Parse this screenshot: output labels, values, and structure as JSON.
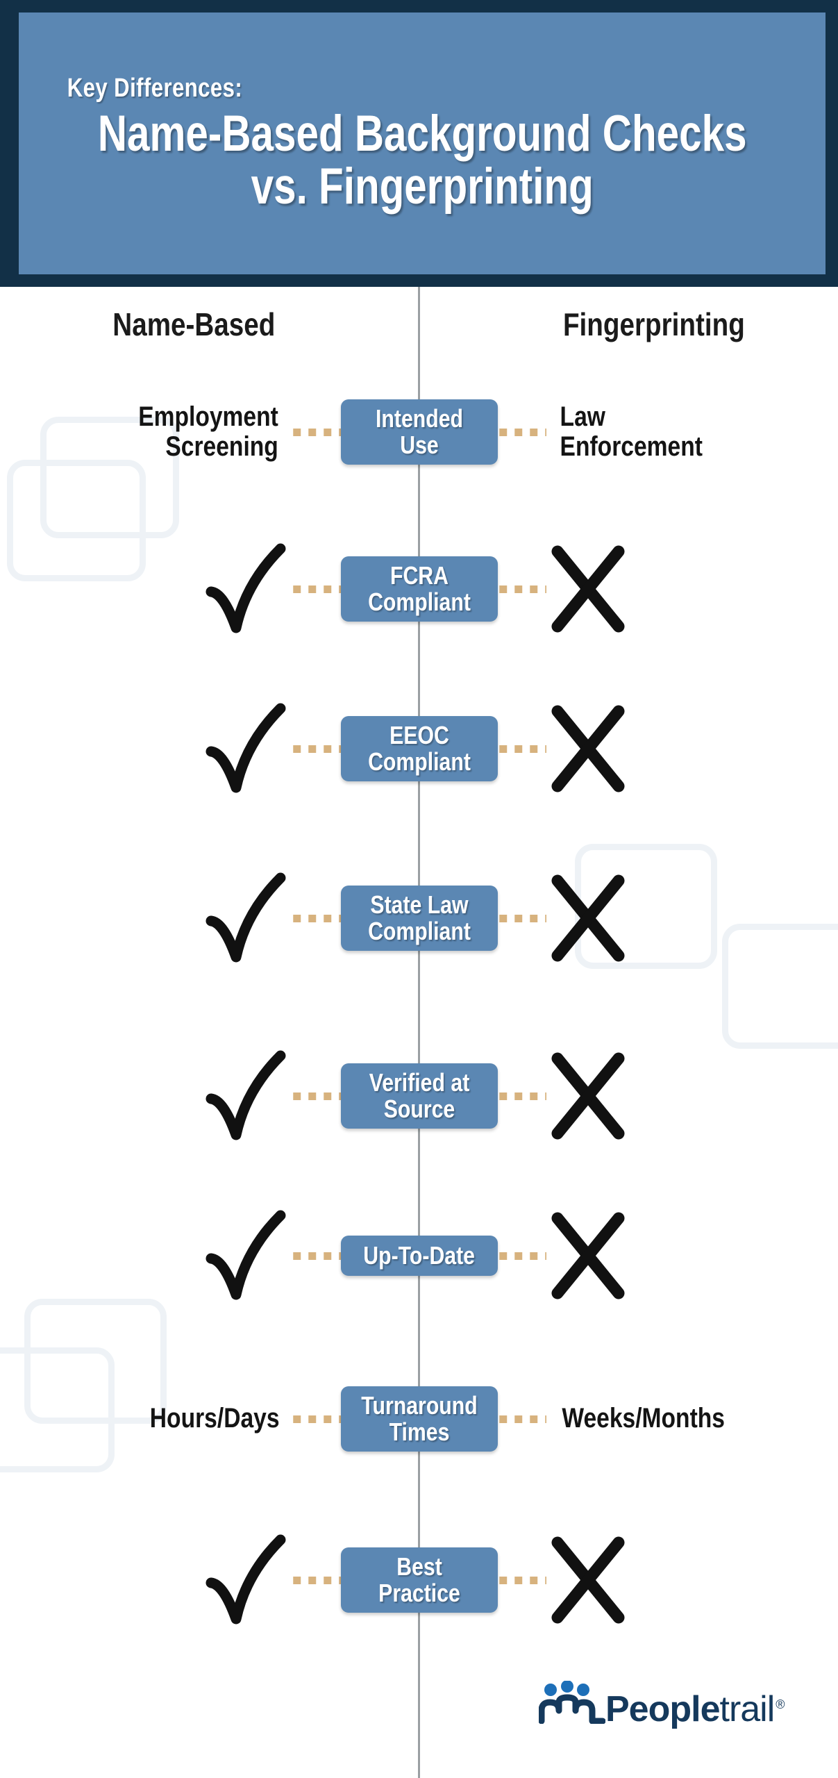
{
  "header": {
    "kicker": "Key Differences:",
    "title_line1": "Name-Based Background Checks",
    "title_line2": "vs. Fingerprinting",
    "bg_outer": "#123047",
    "bg_inner": "#5b87b3"
  },
  "columns": {
    "left_label": "Name-Based",
    "right_label": "Fingerprinting"
  },
  "colors": {
    "pill_blue": "#5b87b3",
    "dot_tan": "#d7b27e",
    "spine_gray": "#9aa0a3",
    "mark_black": "#111111",
    "logo_navy": "#15395c",
    "watermark": "#eef2f6"
  },
  "rows": [
    {
      "pill": "Intended Use",
      "left_type": "text",
      "left_text": "Employment\nScreening",
      "right_type": "text",
      "right_text": "Law\nEnforcement"
    },
    {
      "pill": "FCRA Compliant",
      "left_type": "check",
      "left_text": "check-mark",
      "right_type": "cross",
      "right_text": "cross-mark"
    },
    {
      "pill": "EEOC Compliant",
      "left_type": "check",
      "left_text": "check-mark",
      "right_type": "cross",
      "right_text": "cross-mark"
    },
    {
      "pill": "State Law\nCompliant",
      "left_type": "check",
      "left_text": "check-mark",
      "right_type": "cross",
      "right_text": "cross-mark"
    },
    {
      "pill": "Verified at Source",
      "left_type": "check",
      "left_text": "check-mark",
      "right_type": "cross",
      "right_text": "cross-mark"
    },
    {
      "pill": "Up-To-Date",
      "left_type": "check",
      "left_text": "check-mark",
      "right_type": "cross",
      "right_text": "cross-mark"
    },
    {
      "pill": "Turnaround Times",
      "left_type": "text",
      "left_text": "Hours/Days",
      "right_type": "text",
      "right_text": "Weeks/Months"
    },
    {
      "pill": "Best Practice",
      "left_type": "check",
      "left_text": "check-mark",
      "right_type": "cross",
      "right_text": "cross-mark"
    }
  ],
  "logo": {
    "bold_part": "People",
    "light_part": "trail",
    "registered": "®"
  }
}
